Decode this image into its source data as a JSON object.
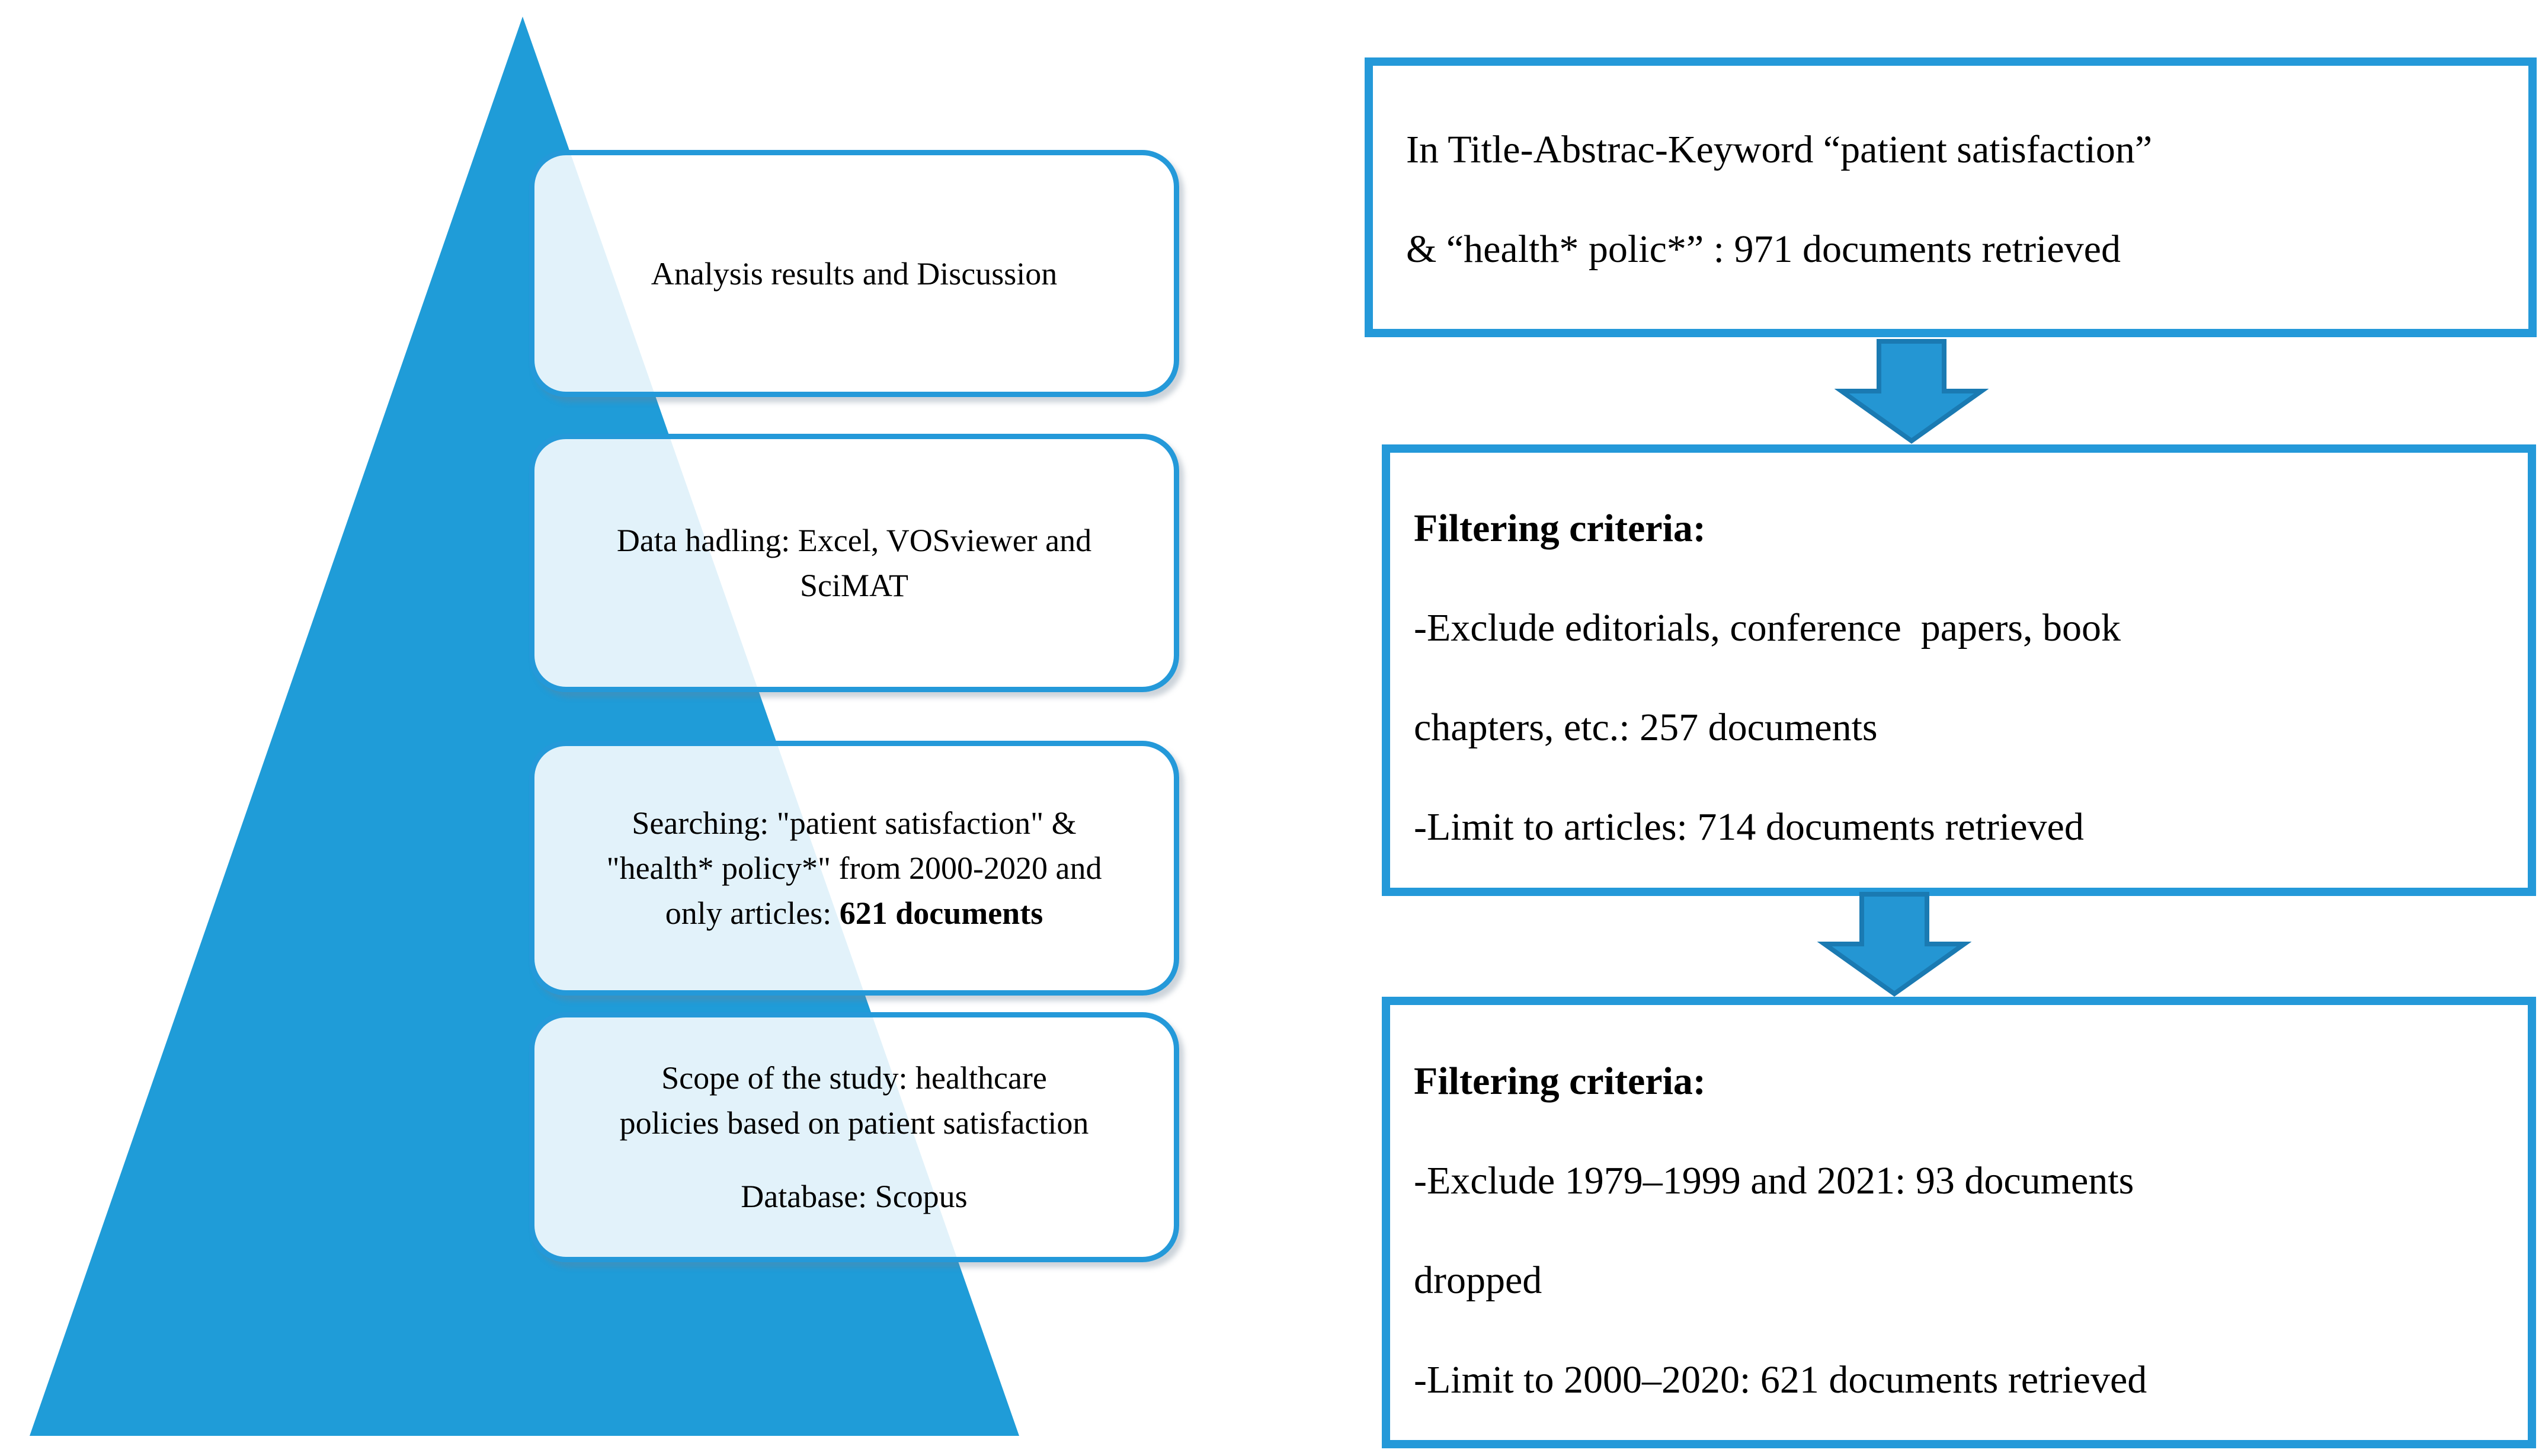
{
  "colors": {
    "accent_blue": "#1f9cd8",
    "box_border_blue": "#2499d9",
    "arrow_fill": "#2496d3",
    "arrow_outline": "#1a7ab2",
    "pyramid_tint_through_box": "#eaf1f9"
  },
  "pyramid": {
    "box1": {
      "line1": "Analysis results and Discussion"
    },
    "box2": {
      "line1": "Data hadling: Excel, VOSviewer and",
      "line2": "SciMAT"
    },
    "box3": {
      "line1": "Searching: \"patient satisfaction\" &",
      "line2": "\"health* policy*\" from 2000-2020 and",
      "line3_pre": "only articles: ",
      "line3_bold": "621 documents"
    },
    "box4": {
      "line1": "Scope of the study: healthcare",
      "line2": "policies based on patient satisfaction",
      "line3": "Database: Scopus"
    }
  },
  "flow": {
    "box1": {
      "line1": "In Title-Abstrac-Keyword “patient satisfaction”",
      "line2": "& “health* polic*” : 971 documents retrieved"
    },
    "box2": {
      "title": "Filtering criteria:",
      "line1": "-Exclude editorials, conference  papers, book",
      "line2": "chapters, etc.: 257 documents",
      "line3": "-Limit to articles: 714 documents retrieved"
    },
    "box3": {
      "title": "Filtering criteria:",
      "line1": "-Exclude 1979–1999 and 2021: 93 documents",
      "line2": "dropped",
      "line3": "-Limit to 2000–2020: 621 documents retrieved"
    }
  }
}
